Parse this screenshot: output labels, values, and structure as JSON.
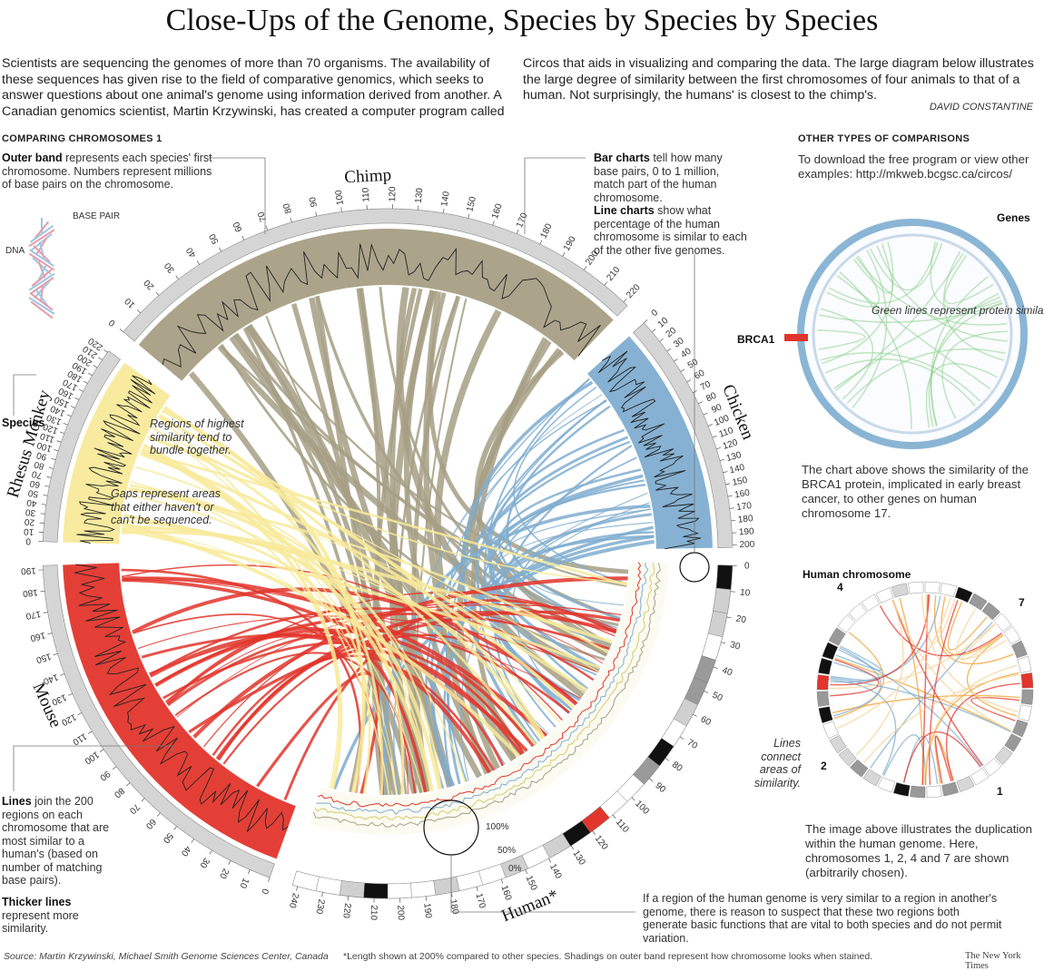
{
  "title": "Close-Ups of the Genome, Species by Species by Species",
  "intro_left": "Scientists are sequencing the genomes of more than 70 organisms. The availability of these sequences has given rise to the field of comparative genomics, which seeks to answer questions about one animal's genome using information derived from another. A Canadian genomics scientist, Martin Krzywinski, has created a computer program called",
  "intro_right": "Circos that aids in visualizing and comparing the data. The large diagram below illustrates the large degree of similarity between the first chromosomes of four animals to that of a human. Not surprisingly, the humans' is closest to the chimp's.",
  "byline": "DAVID CONSTANTINE",
  "section_main": "COMPARING CHROMOSOMES 1",
  "section_side": "OTHER TYPES OF COMPARISONS",
  "annotations": {
    "outer_band_bold": "Outer band",
    "outer_band_text": " represents each species' first chromosome. Numbers represent millions of base pairs on the chromosome.",
    "bar_charts_bold": "Bar charts",
    "bar_charts_text": " tell how many base pairs, 0 to 1 million, match part of the human chromosome.",
    "line_charts_bold": "Line charts",
    "line_charts_text": " show what percentage of the human chromosome is similar to each of the other five genomes.",
    "species": "Species",
    "highest_similarity": "Regions of highest similarity tend to bundle together.",
    "gaps": "Gaps represent areas that either haven't or can't be sequenced.",
    "lines_bold": "Lines",
    "lines_text": " join the 200 regions on each chromosome that are most similar to a human's (based on number of matching base pairs).",
    "thicker_bold": "Thicker lines",
    "thicker_text": " represent more similarity.",
    "region_note": "If a region of the human genome is very similar to a region in another's genome, there is reason to suspect that these two regions both generate basic functions that are vital to both species and do not permit variation.",
    "dna": "DNA",
    "base_pair": "BASE PAIR",
    "pct_100": "100%",
    "pct_50": "50%",
    "pct_0": "0%"
  },
  "side": {
    "download": "To download the free program or view other examples: http://mkweb.bcgsc.ca/circos/",
    "genes": "Genes",
    "brca1": "BRCA1",
    "brca1_tag": "BRCA1",
    "green_lines": "Green lines represent protein similarity.",
    "brca1_caption": "The chart above shows the similarity of the BRCA1 protein, implicated in early breast cancer, to other genes on human chromosome 17.",
    "human_chromosome": "Human chromosome",
    "chr_4": "4",
    "chr_7": "7",
    "chr_2": "2",
    "chr_1": "1",
    "lines_connect": "Lines connect areas of similarity.",
    "dup_caption": "The image above illustrates the duplication within the human genome. Here, chromosomes 1, 2, 4 and 7 are shown (arbitrarily chosen)."
  },
  "footer": {
    "source": "Source: Martin Krzywinski, Michael Smith Genome Sciences Center, Canada",
    "footnote": "*Length shown at 200% compared to other species. Shadings on outer band represent how chromosome looks when stained.",
    "credit": "The New York Times"
  },
  "chart_data": {
    "type": "circos",
    "unit": "millions of base pairs",
    "species": [
      {
        "name": "Chimp",
        "color": "#a69f85",
        "ticks": [
          "0",
          "10",
          "20",
          "30",
          "40",
          "50",
          "60",
          "70",
          "80",
          "90",
          "100",
          "110",
          "120",
          "130",
          "140",
          "150",
          "160",
          "170",
          "180",
          "190",
          "200",
          "210",
          "220"
        ]
      },
      {
        "name": "Chicken",
        "color": "#7fadd0",
        "ticks": [
          "0",
          "10",
          "20",
          "30",
          "40",
          "50",
          "60",
          "70",
          "80",
          "90",
          "100",
          "110",
          "120",
          "130",
          "140",
          "150",
          "160",
          "170",
          "180",
          "190",
          "200"
        ]
      },
      {
        "name": "Human*",
        "color": "#ffffff",
        "ticks": [
          "0",
          "10",
          "20",
          "30",
          "40",
          "50",
          "60",
          "70",
          "80",
          "90",
          "100",
          "110",
          "120",
          "130",
          "140",
          "150",
          "160",
          "170",
          "180",
          "190",
          "200",
          "210",
          "220",
          "230",
          "240"
        ]
      },
      {
        "name": "Mouse",
        "color": "#e2352b",
        "ticks": [
          "0",
          "10",
          "20",
          "30",
          "40",
          "50",
          "60",
          "70",
          "80",
          "90",
          "100",
          "110",
          "120",
          "130",
          "140",
          "150",
          "160",
          "170",
          "180",
          "190"
        ]
      },
      {
        "name": "Rhesus Monkey",
        "color": "#f8ea9a",
        "ticks": [
          "0",
          "10",
          "20",
          "30",
          "40",
          "50",
          "60",
          "70",
          "80",
          "90",
          "100",
          "110",
          "120",
          "130",
          "140",
          "150",
          "160",
          "170",
          "180",
          "190",
          "200",
          "210",
          "220"
        ]
      }
    ],
    "links_per_species": 200,
    "bar_range": "0 to 1 million base pairs",
    "line_chart_range": [
      "0%",
      "50%",
      "100%"
    ],
    "colors": {
      "chimp": "#a69f85",
      "chicken": "#7fadd0",
      "mouse": "#e2352b",
      "rhesus": "#f8ea9a",
      "band": "#d4d4d4"
    }
  }
}
